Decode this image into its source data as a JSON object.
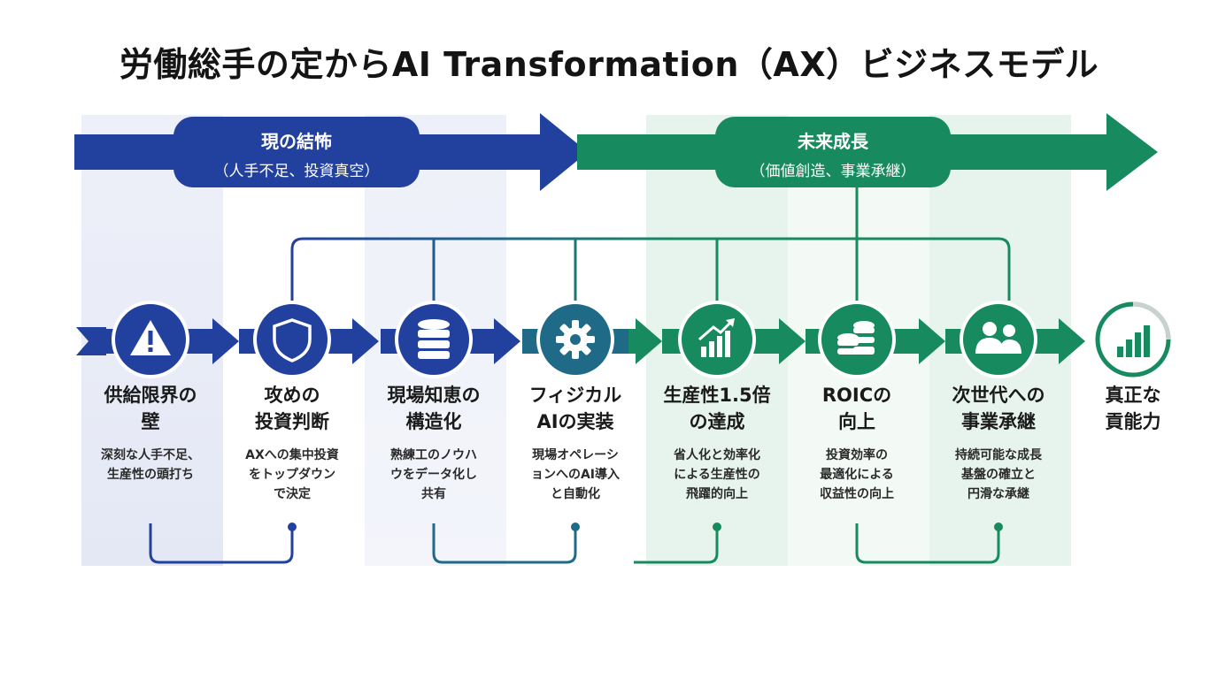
{
  "title": "労働総手の定からAI Transformation（AX）ビジネスモデル",
  "colors": {
    "blue": "#22409e",
    "green": "#178a5f",
    "blue_band": "#e9ecf7",
    "green_band": "#e6f3ec"
  },
  "phases": {
    "current": {
      "label": "現の結怖",
      "sub": "（人手不足、投資真空）"
    },
    "future": {
      "label": "未来成長",
      "sub": "（価値創造、事業承継）"
    }
  },
  "steps": [
    {
      "title": [
        "供給限界の",
        "壁"
      ],
      "desc": [
        "深刻な人手不足、",
        "生産性の頭打ち"
      ],
      "icon": "warning-icon"
    },
    {
      "title": [
        "攻めの",
        "投資判断"
      ],
      "desc": [
        "AXへの集中投資",
        "をトップダウン",
        "で決定"
      ],
      "icon": "shield-icon"
    },
    {
      "title": [
        "現場知恵の",
        "構造化"
      ],
      "desc": [
        "熟練工のノウハ",
        "ウをデータ化し",
        "共有"
      ],
      "icon": "database-icon"
    },
    {
      "title": [
        "フィジカル",
        "AIの実装"
      ],
      "desc": [
        "現場オペレーシ",
        "ョンへのAI導入",
        "と自動化"
      ],
      "icon": "gear-icon"
    },
    {
      "title": [
        "生産性1.5倍",
        "の達成"
      ],
      "desc": [
        "省人化と効率化",
        "による生産性の",
        "飛躍的向上"
      ],
      "icon": "growth-chart-icon"
    },
    {
      "title": [
        "ROICの",
        "向上"
      ],
      "desc": [
        "投資効率の",
        "最適化による",
        "収益性の向上"
      ],
      "icon": "coins-icon"
    },
    {
      "title": [
        "次世代への",
        "事業承継"
      ],
      "desc": [
        "持続可能な成長",
        "基盤の確立と",
        "円滑な承継"
      ],
      "icon": "people-icon"
    },
    {
      "title": [
        "真正な",
        "貢能力"
      ],
      "desc": [],
      "icon": "bar-chart-icon"
    }
  ]
}
